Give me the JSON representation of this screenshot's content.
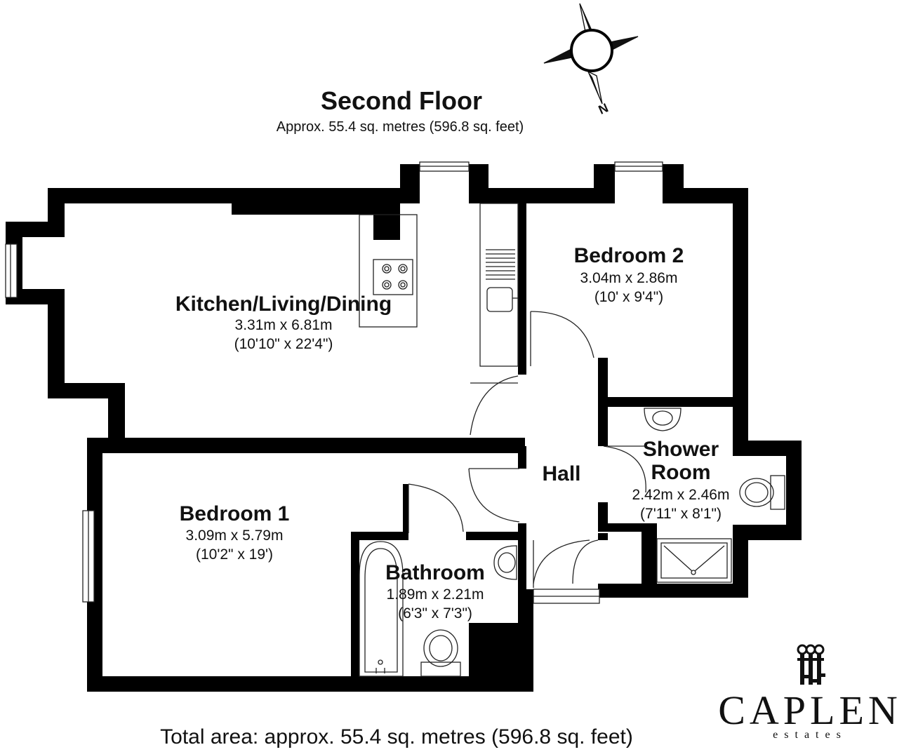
{
  "floor": {
    "title": "Second Floor",
    "area": "Approx. 55.4 sq. metres (596.8 sq. feet)"
  },
  "rooms": {
    "kitchen": {
      "name": "Kitchen/Living/Dining",
      "metric": "3.31m x 6.81m",
      "imperial": "(10'10\" x 22'4\")"
    },
    "bedroom2": {
      "name": "Bedroom 2",
      "metric": "3.04m x 2.86m",
      "imperial": "(10' x 9'4\")"
    },
    "hall": {
      "name": "Hall"
    },
    "shower": {
      "name_line1": "Shower",
      "name_line2": "Room",
      "metric": "2.42m x 2.46m",
      "imperial": "(7'11\" x 8'1\")"
    },
    "bedroom1": {
      "name": "Bedroom 1",
      "metric": "3.09m x 5.79m",
      "imperial": "(10'2\" x 19')"
    },
    "bathroom": {
      "name": "Bathroom",
      "metric": "1.89m x 2.21m",
      "imperial": "(6'3\" x 7'3\")"
    }
  },
  "footer": {
    "total_area": "Total area: approx. 55.4 sq. metres (596.8 sq. feet)"
  },
  "compass": {
    "north_label": "N"
  },
  "brand": {
    "name": "CAPLEN",
    "tagline": "estates",
    "logo_icon": "triple-key-logo-icon"
  },
  "colors": {
    "wall": "#000000",
    "background": "#ffffff",
    "text": "#111111"
  }
}
